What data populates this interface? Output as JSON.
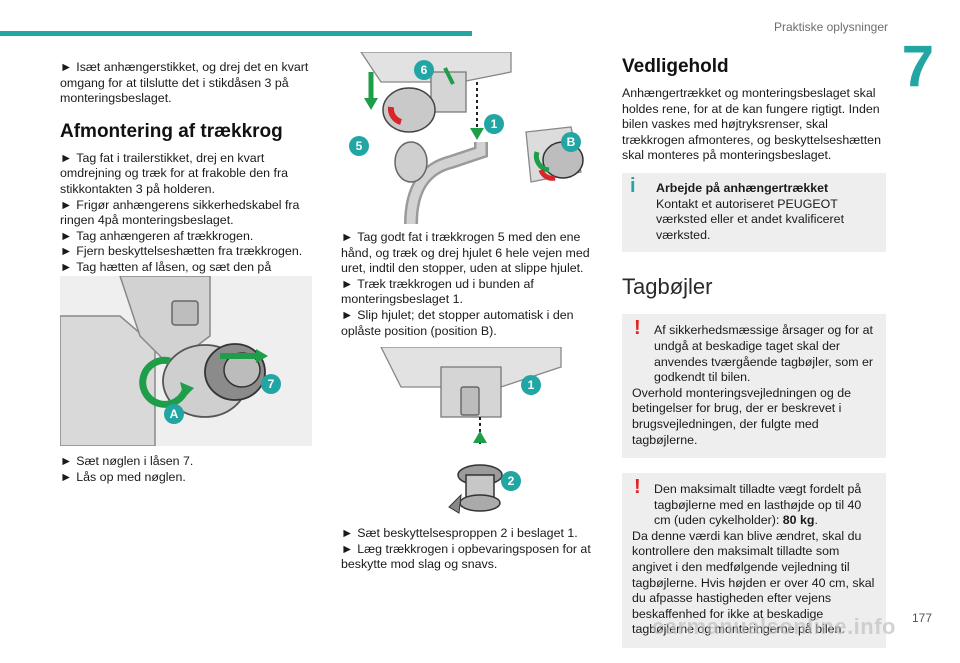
{
  "header": {
    "section": "Praktiske oplysninger",
    "chapter": "7"
  },
  "page_number": "177",
  "watermark": "carmanualsonline.info",
  "col1": {
    "intro": {
      "arrow": "►",
      "text": "Isæt anhængerstikket, og drej det en kvart omgang for at tilslutte det i stikdåsen 3 på monteringsbeslaget."
    },
    "heading": "Afmontering af trækkrog",
    "steps": [
      {
        "arrow": "►",
        "text": "Tag fat i trailerstikket, drej en kvart omdrejning og træk for at frakoble den fra stikkontakten 3 på holderen."
      },
      {
        "arrow": "►",
        "text": "Frigør anhængerens sikkerhedskabel fra ringen 4på monteringsbeslaget."
      },
      {
        "arrow": "►",
        "text": "Tag anhængeren af trækkrogen."
      },
      {
        "arrow": "►",
        "text": "Fjern beskyttelseshætten fra trækkrogen."
      },
      {
        "arrow": "►",
        "text": "Tag hætten af låsen, og sæt den på nøglen."
      }
    ],
    "figure_labels": {
      "seven": "7",
      "a": "A"
    },
    "after": [
      {
        "arrow": "►",
        "text": "Sæt nøglen i låsen 7."
      },
      {
        "arrow": "►",
        "text": "Lås op med nøglen."
      }
    ]
  },
  "col2": {
    "figure_top_labels": {
      "five": "5",
      "six": "6",
      "one": "1",
      "b": "B"
    },
    "steps": [
      {
        "arrow": "►",
        "text": "Tag godt fat i trækkrogen 5 med den ene hånd, og træk og drej hjulet 6 hele vejen med uret, indtil den stopper, uden at slippe hjulet."
      },
      {
        "arrow": "►",
        "text": "Træk trækkrogen ud i bunden af monteringsbeslaget 1."
      },
      {
        "arrow": "►",
        "text": "Slip hjulet; det stopper automatisk i den oplåste position (position B)."
      }
    ],
    "figure_bottom_labels": {
      "one": "1",
      "two": "2"
    },
    "after": [
      {
        "arrow": "►",
        "text": "Sæt beskyttelsesproppen 2 i beslaget 1."
      },
      {
        "arrow": "►",
        "text": "Læg trækkrogen i opbevaringsposen for at beskytte mod slag og snavs."
      }
    ]
  },
  "col3": {
    "heading1": "Vedligehold",
    "para": "Anhængertrækket og monteringsbeslaget skal holdes rene, for at de kan fungere rigtigt. Inden bilen vaskes med højtryksrenser, skal trækkrogen afmonteres, og beskyttelseshætten skal monteres på monteringsbeslaget.",
    "tip": {
      "icon": "i",
      "title": "Arbejde på anhængertrækket",
      "body": "Kontakt et autoriseret PEUGEOT værksted eller et andet kvalificeret værksted."
    },
    "heading2": "Tagbøjler",
    "warning1": {
      "icon": "!",
      "text": "Af sikkerhedsmæssige årsager og for at undgå at beskadige taget skal der anvendes tværgående tagbøjler, som er godkendt til bilen.",
      "text2": "Overhold monteringsvejledningen og de betingelser for brug, der er beskrevet i brugsvejledningen, der fulgte med tagbøjlerne."
    },
    "warning2": {
      "icon": "!",
      "text_pre": "Den maksimalt tilladte vægt fordelt på tagbøjlerne med en lasthøjde op til 40 cm (uden cykelholder): ",
      "weight": "80 kg",
      "text_post": ".",
      "text2": "Da denne værdi kan blive ændret, skal du kontrollere den maksimalt tilladte som angivet i den medfølgende vejledning til tagbøjlerne. Hvis højden er over 40 cm, skal du afpasse hastigheden efter vejens beskaffenhed for ikke at beskadige tagbøjlerne og monteringerne på bilen."
    }
  },
  "colors": {
    "accent": "#22a6a4",
    "warning": "#e52222",
    "figure_arrow": "#1f9e4a",
    "figure_red": "#d8262a"
  }
}
